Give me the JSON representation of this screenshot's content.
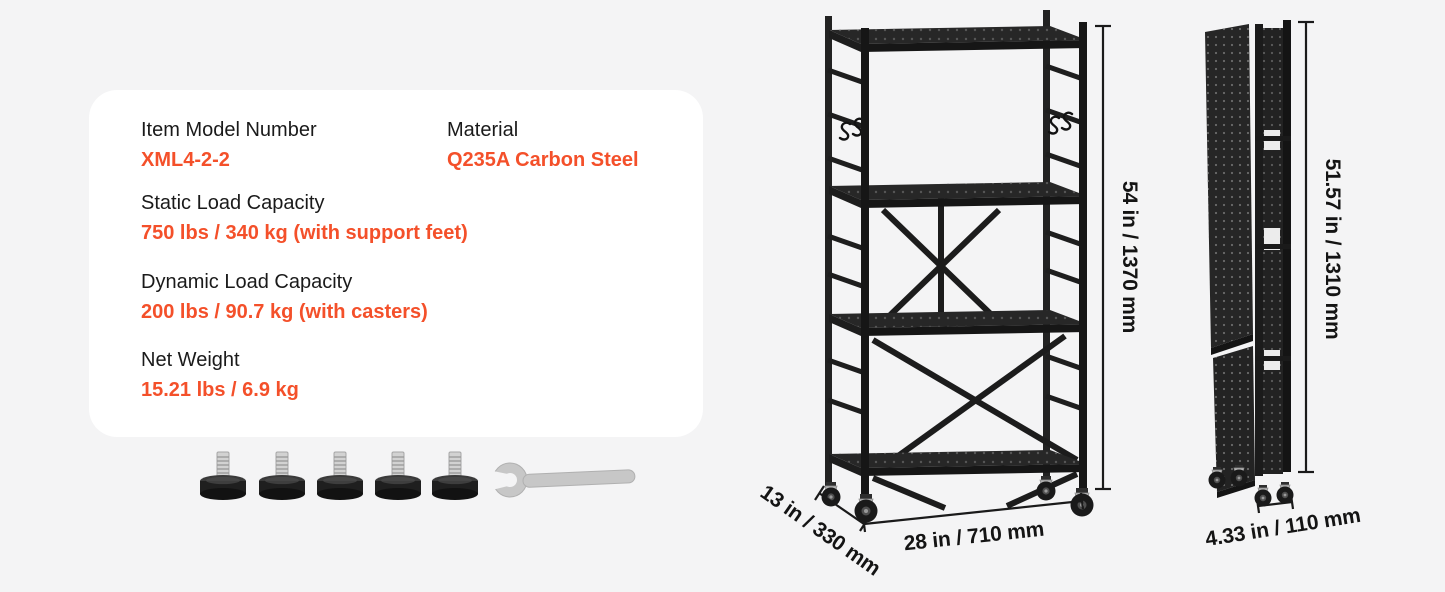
{
  "page": {
    "background": "#f4f4f5",
    "card_background": "#ffffff",
    "accent_color": "#f4502a",
    "text_color": "#161616"
  },
  "spec_card": {
    "model": {
      "label": "Item Model Number",
      "value": "XML4-2-2"
    },
    "material": {
      "label": "Material",
      "value": "Q235A Carbon Steel"
    },
    "static_load": {
      "label": "Static Load Capacity",
      "value": "750 lbs / 340 kg (with support feet)"
    },
    "dynamic_load": {
      "label": "Dynamic Load Capacity",
      "value": "200 lbs / 90.7 kg (with casters)"
    },
    "net_weight": {
      "label": "Net Weight",
      "value": "15.21 lbs / 6.9 kg"
    }
  },
  "hardware": {
    "adjustable_feet_count": 5,
    "icons": [
      "adjustable-foot-icon",
      "wrench-icon"
    ]
  },
  "dimensions": {
    "unfolded": {
      "height": "54 in / 1370 mm",
      "width": "28 in / 710 mm",
      "depth": "13 in / 330 mm"
    },
    "folded": {
      "height": "51.57 in / 1310 mm",
      "width": "4.33 in / 110 mm"
    }
  }
}
